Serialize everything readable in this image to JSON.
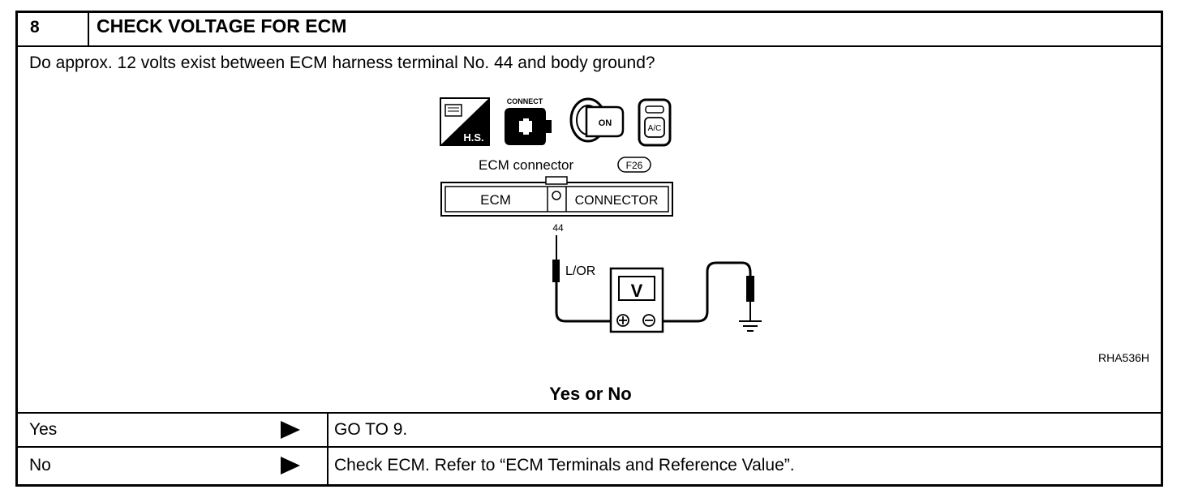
{
  "step": {
    "number": "8",
    "title": "CHECK VOLTAGE FOR ECM",
    "question": "Do approx. 12 volts exist between ECM harness terminal No. 44 and body ground?"
  },
  "figure": {
    "icons": [
      {
        "name": "hot-start-icon",
        "label": "H.S."
      },
      {
        "name": "connect-icon",
        "label": "CONNECT"
      },
      {
        "name": "ignition-on-icon",
        "label": "ON"
      },
      {
        "name": "ac-switch-icon",
        "label": "A/C"
      }
    ],
    "connector_label": "ECM connector",
    "connector_code": "F26",
    "connector_left": "ECM",
    "connector_right": "CONNECTOR",
    "terminal": "44",
    "wire_color": "L/OR",
    "meter_symbol": "V",
    "figure_code": "RHA536H"
  },
  "decision": {
    "prompt": "Yes or No",
    "rows": [
      {
        "answer": "Yes",
        "action": "GO TO 9."
      },
      {
        "answer": "No",
        "action": "Check ECM. Refer to “ECM Terminals and Reference Value”."
      }
    ]
  }
}
